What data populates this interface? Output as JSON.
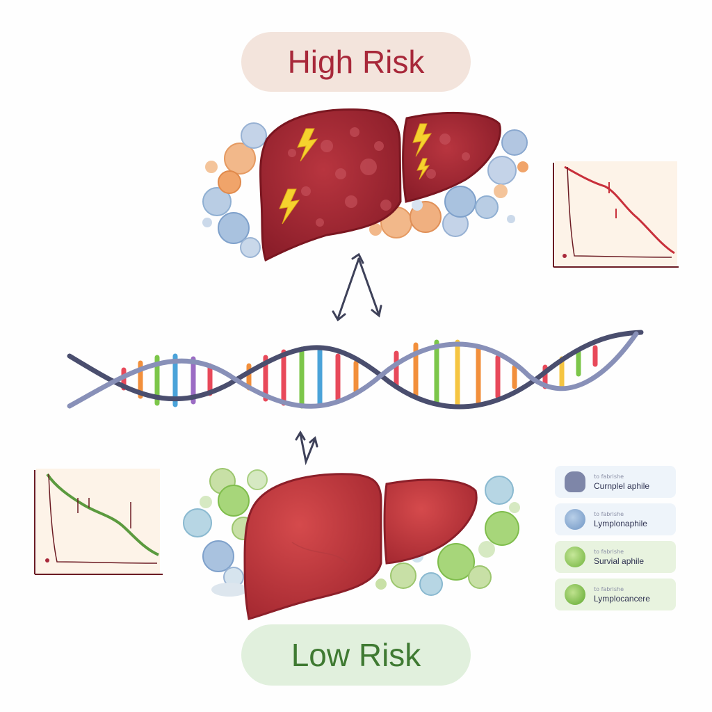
{
  "high_risk": {
    "label": "High Risk",
    "color": "#a8283a"
  },
  "low_risk": {
    "label": "Low Risk",
    "color": "#3f7a32"
  },
  "curves": {
    "high": {
      "color": "#c8303b",
      "trend": "steep decline"
    },
    "low": {
      "color": "#5b9a3e",
      "trend": "gradual decline"
    }
  },
  "legend": [
    {
      "small": "to fabrishe",
      "label": "Curnplel aphile",
      "icon": "cell-cluster-icon",
      "color": "#7e86a8"
    },
    {
      "small": "to fabrishe",
      "label": "Lymplonaphile",
      "icon": "lymphocyte-icon",
      "color": "#7ea2cc"
    },
    {
      "small": "to fabrishe",
      "label": "Survial aphile",
      "icon": "green-cell-icon",
      "color": "#8cc64a"
    },
    {
      "small": "to fabrishe",
      "label": "Lymplocancere",
      "icon": "green-cell-icon",
      "color": "#7fbf4a"
    }
  ]
}
